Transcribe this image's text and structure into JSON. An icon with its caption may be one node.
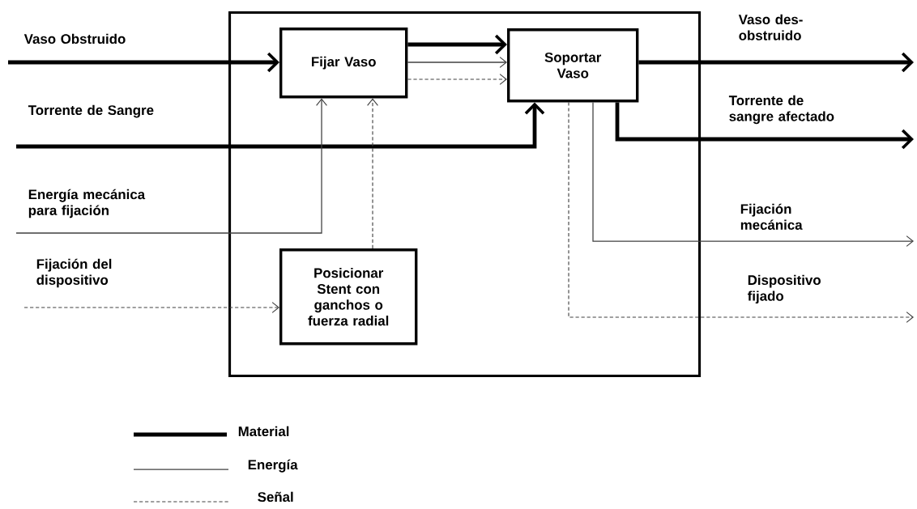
{
  "diagram": {
    "nodes": [
      {
        "text": [],
        "shape": "box"
      },
      {
        "text": [
          "Fijar Vaso"
        ],
        "in": 0
      },
      {
        "text": [
          "Soportar Vaso"
        ],
        "in": 0
      },
      {
        "text": [
          "Posicionar Stent con ganchos o fuerza radial"
        ],
        "in": 0
      }
    ],
    "edges": [
      {
        "from": null,
        "to": 1,
        "arrow": "to",
        "style": "thick",
        "label": "Vaso Obstruido"
      },
      {
        "from": null,
        "to": 2,
        "arrow": "to",
        "style": "thick",
        "label": "Torrente de Sangre"
      },
      {
        "from": null,
        "to": 1,
        "arrow": "to",
        "label": "Energía mecánica para fijación"
      },
      {
        "from": null,
        "to": 3,
        "arrow": "to",
        "style": "dashed",
        "label": "Fijación del dispositivo"
      },
      {
        "from": 3,
        "to": 1,
        "arrow": "to",
        "style": "dashed"
      },
      {
        "from": 1,
        "to": 2,
        "arrow": "to",
        "style": "thick"
      },
      {
        "from": 1,
        "to": 2,
        "arrow": "to"
      },
      {
        "from": 1,
        "to": 2,
        "arrow": "to",
        "style": "dashed"
      },
      {
        "from": 2,
        "to": null,
        "arrow": "to",
        "style": "thick",
        "label": "Vaso des- obstruido"
      },
      {
        "from": 2,
        "to": null,
        "arrow": "to",
        "style": "thick",
        "label": "Torrente de sangre afectado"
      },
      {
        "from": 2,
        "to": null,
        "arrow": "to",
        "label": "Fijación mecánica"
      },
      {
        "from": 2,
        "to": null,
        "arrow": "to",
        "style": "dashed",
        "label": "Dispositivo fijado"
      }
    ],
    "legend": [
      {
        "text": "Material"
      },
      {
        "text": "Energía"
      },
      {
        "text": "Señal"
      }
    ]
  }
}
